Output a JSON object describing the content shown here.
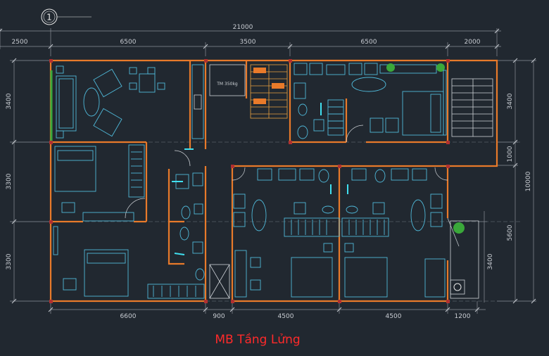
{
  "drawing": {
    "bubble_number": "1",
    "title": "MB Tầng Lửng",
    "lift_label": "TM 350kg",
    "colors": {
      "background": "#212830",
      "walls": "#e87a2a",
      "furniture": "#4fb8d8",
      "title": "#ff2a2a",
      "dimension_text": "#c8ccd2"
    }
  },
  "dimensions": {
    "top_total": "21000",
    "top_segments": [
      "2500",
      "6500",
      "3500",
      "6500",
      "2000"
    ],
    "bottom_segments": [
      "6600",
      "900",
      "4500",
      "4500",
      "1200"
    ],
    "left_segments": [
      "3400",
      "3300",
      "3300"
    ],
    "right_segments": [
      "3400",
      "1000",
      "5600",
      "3400"
    ],
    "right_total": "10000"
  }
}
